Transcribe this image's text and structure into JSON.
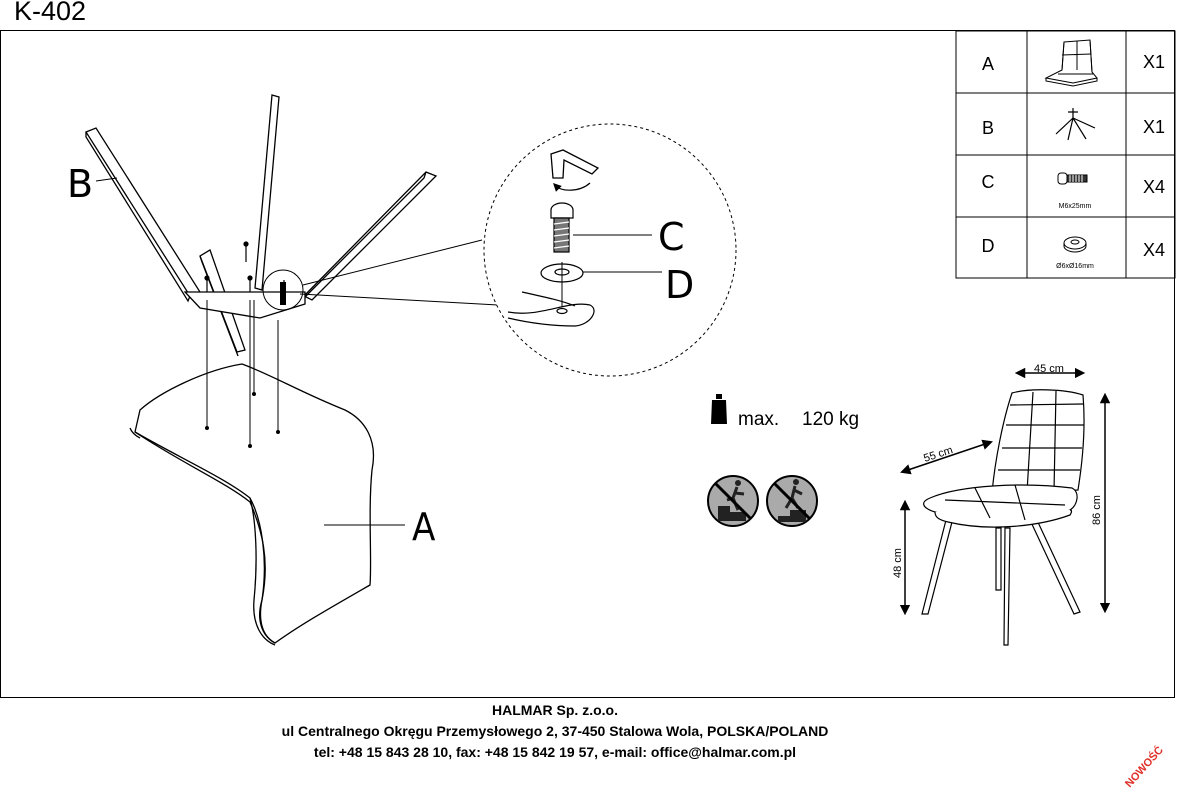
{
  "title": "K-402",
  "parts": {
    "rows": [
      {
        "letter": "A",
        "icon": "chair-seat-icon",
        "note": "",
        "qty": "X1"
      },
      {
        "letter": "B",
        "icon": "chair-legs-frame-icon",
        "note": "",
        "qty": "X1"
      },
      {
        "letter": "C",
        "icon": "bolt-icon",
        "note": "M6x25mm",
        "qty": "X4"
      },
      {
        "letter": "D",
        "icon": "washer-icon",
        "note": "Ø6xØ16mm",
        "qty": "X4"
      }
    ]
  },
  "callouts": {
    "a": "A",
    "b": "B",
    "c": "C",
    "d": "D"
  },
  "load": {
    "icon": "weight-icon",
    "max_label": "max.",
    "value": "120 kg"
  },
  "warnings": [
    "no-standing-on-chair-icon",
    "no-climbing-icon"
  ],
  "dimensions": {
    "width": "45 cm",
    "depth": "55 cm",
    "height": "86 cm",
    "seat_height": "48 cm"
  },
  "footer": {
    "company": "HALMAR Sp. z.o.o.",
    "address": "ul Centralnego Okręgu Przemysłowego 2, 37-450 Stalowa Wola, POLSKA/POLAND",
    "contact": "tel: +48 15 843 28 10, fax: +48 15 842 19 57, e-mail: office@halmar.com.pl"
  },
  "stamp": "NOWOŚĆ"
}
